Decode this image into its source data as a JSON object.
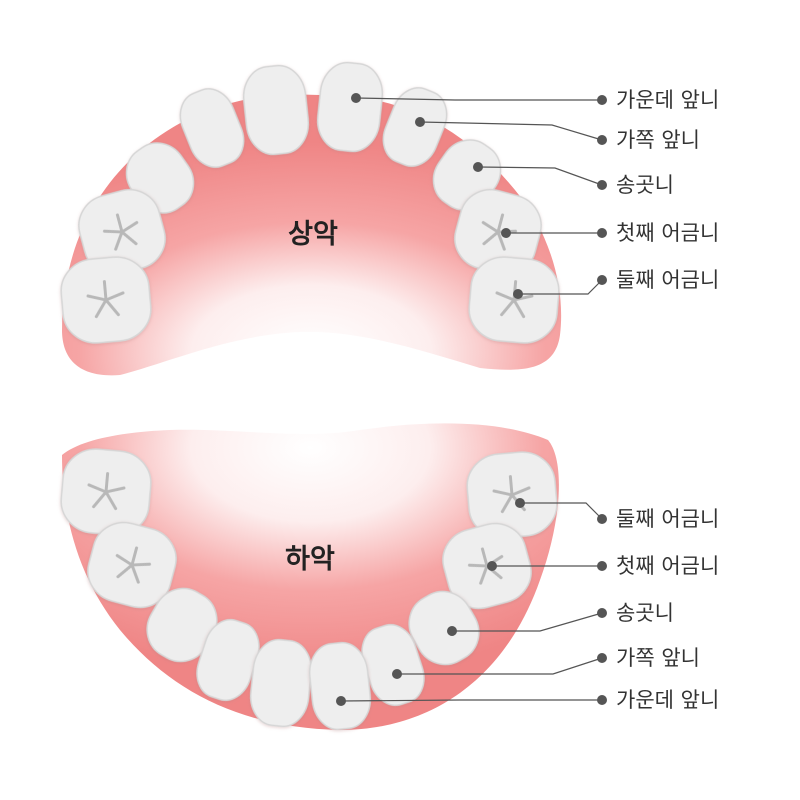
{
  "upper": {
    "title": "상악",
    "callouts": [
      {
        "label": "가운데 앞니",
        "dot": [
          356,
          98
        ],
        "bend": [
          455,
          100
        ],
        "end": [
          602,
          100
        ]
      },
      {
        "label": "가쪽 앞니",
        "dot": [
          420,
          122
        ],
        "bend": [
          552,
          125
        ],
        "end": [
          602,
          140
        ]
      },
      {
        "label": "송곳니",
        "dot": [
          478,
          167
        ],
        "bend": [
          555,
          168
        ],
        "end": [
          602,
          185
        ]
      },
      {
        "label": "첫째 어금니",
        "dot": [
          506,
          233
        ],
        "bend": [
          555,
          233
        ],
        "end": [
          602,
          233
        ]
      },
      {
        "label": "둘째 어금니",
        "dot": [
          518,
          294
        ],
        "bend": [
          588,
          294
        ],
        "end": [
          602,
          280
        ]
      }
    ]
  },
  "lower": {
    "title": "하악",
    "callouts": [
      {
        "label": "둘째 어금니",
        "dot": [
          520,
          503
        ],
        "bend": [
          586,
          503
        ],
        "end": [
          602,
          519
        ]
      },
      {
        "label": "첫째 어금니",
        "dot": [
          492,
          566
        ],
        "bend": [
          555,
          566
        ],
        "end": [
          602,
          566
        ]
      },
      {
        "label": "송곳니",
        "dot": [
          452,
          631
        ],
        "bend": [
          540,
          631
        ],
        "end": [
          602,
          613
        ]
      },
      {
        "label": "가쪽 앞니",
        "dot": [
          397,
          674
        ],
        "bend": [
          553,
          674
        ],
        "end": [
          602,
          658
        ]
      },
      {
        "label": "가운데 앞니",
        "dot": [
          341,
          701
        ],
        "bend": [
          460,
          700
        ],
        "end": [
          602,
          700
        ]
      }
    ]
  },
  "colors": {
    "gum": "#f08a8a",
    "tooth": "#eeeeee",
    "leader": "#555555"
  }
}
